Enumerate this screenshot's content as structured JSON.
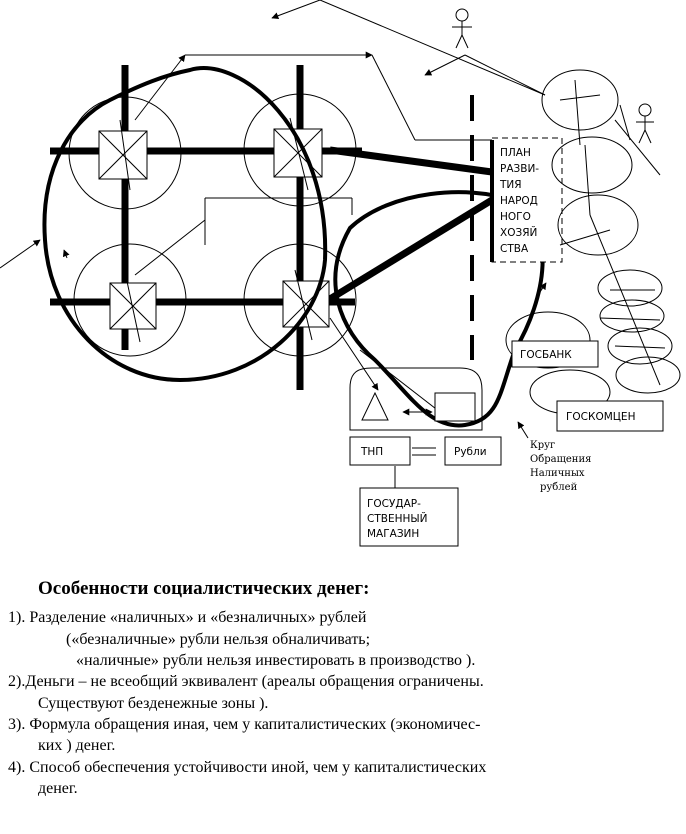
{
  "diagram": {
    "plan_label": [
      "ПЛАН",
      "РАЗВИ-",
      "ТИЯ",
      "НАРОД",
      "НОГО",
      "ХОЗЯЙ",
      "СТВА"
    ],
    "gosbank": "ГОСБАНК",
    "goskomcen": "ГОСКОМЦЕН",
    "tnp": "ТНП",
    "rubli": "Рубли",
    "shop_label": [
      "ГОСУДАР-",
      "СТВЕННЫЙ",
      "МАГАЗИН"
    ],
    "cash_circle_label": [
      "Круг",
      "Обращения",
      "Наличных",
      "рублей"
    ]
  },
  "text": {
    "title": "Особенности социалистических денег:",
    "lines": [
      "1). Разделение «наличных» и «безналичных» рублей",
      "(«безналичные» рубли нельзя обналичивать;",
      "«наличные» рубли нельзя инвестировать в производство ).",
      "2).Деньги – не всеобщий эквивалент (ареалы обращения ограничены.",
      "Существуют безденежные зоны ).",
      "3). Формула обращения иная, чем у капиталистических (экономичес-",
      "ких ) денег.",
      "4). Способ обеспечения устойчивости иной, чем у капиталистических",
      "денег."
    ]
  }
}
